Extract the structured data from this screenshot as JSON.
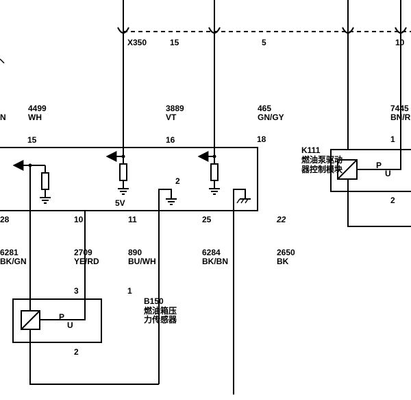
{
  "connector": {
    "name": "X350",
    "pins": [
      "15",
      "5",
      "10"
    ]
  },
  "wires": [
    {
      "id": "4499",
      "color": "WH"
    },
    {
      "id": "3889",
      "color": "VT"
    },
    {
      "id": "465",
      "color": "GN/GY"
    },
    {
      "id": "7445",
      "color": "BN/R"
    },
    {
      "id": "6281",
      "color": "BK/GN"
    },
    {
      "id": "2709",
      "color": "YE/RD"
    },
    {
      "id": "890",
      "color": "BU/WH"
    },
    {
      "id": "6284",
      "color": "BK/BN"
    },
    {
      "id": "2650",
      "color": "BK"
    }
  ],
  "module_pins": {
    "top": [
      "15",
      "16",
      "18"
    ],
    "bottom": [
      "28",
      "10",
      "11",
      "25"
    ],
    "internal": "2",
    "supply": "5V",
    "partial": "22"
  },
  "k111": {
    "code": "K111",
    "name_l1": "燃油泵驱动",
    "name_l2": "器控制模块",
    "pin_top": "1",
    "pin_bottom": "2",
    "p": "P",
    "u": "U"
  },
  "b150": {
    "code": "B150",
    "name_l1": "燃油箱压",
    "name_l2": "力传感器",
    "pin_top": "3",
    "pin_other": "1",
    "pin_bottom": "2",
    "p": "P",
    "u": "U"
  }
}
